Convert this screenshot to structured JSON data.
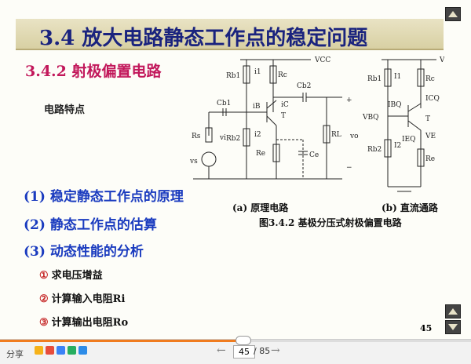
{
  "slide": {
    "title": "3.4  放大电路静态工作点的稳定问题",
    "section": "3.4.2  射极偏置电路",
    "features_label": "电路特点",
    "items": [
      "(1)  稳定静态工作点的原理",
      "(2)  静态工作点的估算",
      "(3)  动态性能的分析"
    ],
    "sub_items": [
      {
        "num": "①",
        "text": "求电压增益"
      },
      {
        "num": "②",
        "text": "计算输入电阻Ri"
      },
      {
        "num": "③",
        "text": "计算输出电阻Ro"
      }
    ],
    "page_number": "45",
    "caption_a": "(a) 原理电路",
    "caption_b": "(b) 直流通路",
    "figure_caption": "图3.4.2  基极分压式射极偏置电路"
  },
  "circuit_labels": {
    "vcc": "VCC",
    "rb1": "Rb1",
    "rb2": "Rb2",
    "rc": "Rc",
    "re": "Re",
    "rl": "RL",
    "rs": "Rs",
    "cb1": "Cb1",
    "cb2": "Cb2",
    "ce": "Ce",
    "i1": "i1",
    "i2": "i2",
    "ib": "iB",
    "ic": "iC",
    "t": "T",
    "vi": "vi",
    "vo": "vo",
    "vs": "vs",
    "I1": "I1",
    "I2": "I2",
    "IBQ": "IBQ",
    "ICQ": "ICQ",
    "IEQ": "IEQ",
    "VBQ": "VBQ",
    "VE": "VE",
    "plus": "+",
    "minus": "−"
  },
  "toolbar": {
    "share_label": "分享",
    "page_current": "45",
    "page_total": "/ 85",
    "prev_icon": "arrow-left-icon",
    "next_icon": "arrow-right-icon",
    "progress_fraction": 0.53
  },
  "colors": {
    "title": "#1a237e",
    "section": "#c2185b",
    "items": "#1a3bbf",
    "accent": "#f07c1f"
  }
}
